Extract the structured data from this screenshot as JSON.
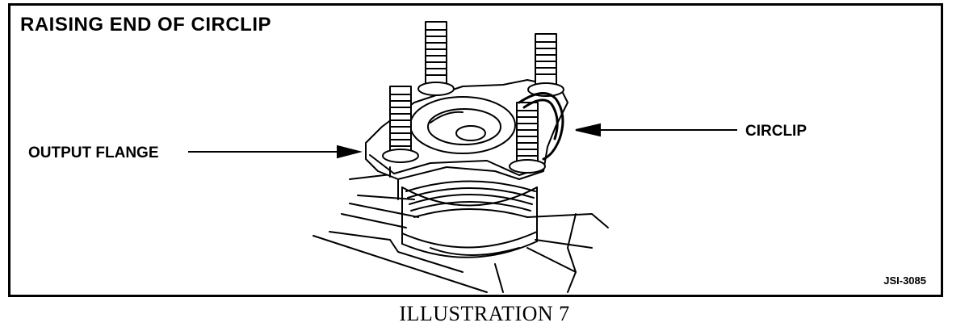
{
  "figure": {
    "title": "RAISING END OF CIRCLIP",
    "callouts": {
      "output_flange": "OUTPUT FLANGE",
      "circlip": "CIRCLIP"
    },
    "drawing_code": "JSI-3085",
    "caption": "ILLUSTRATION 7"
  }
}
